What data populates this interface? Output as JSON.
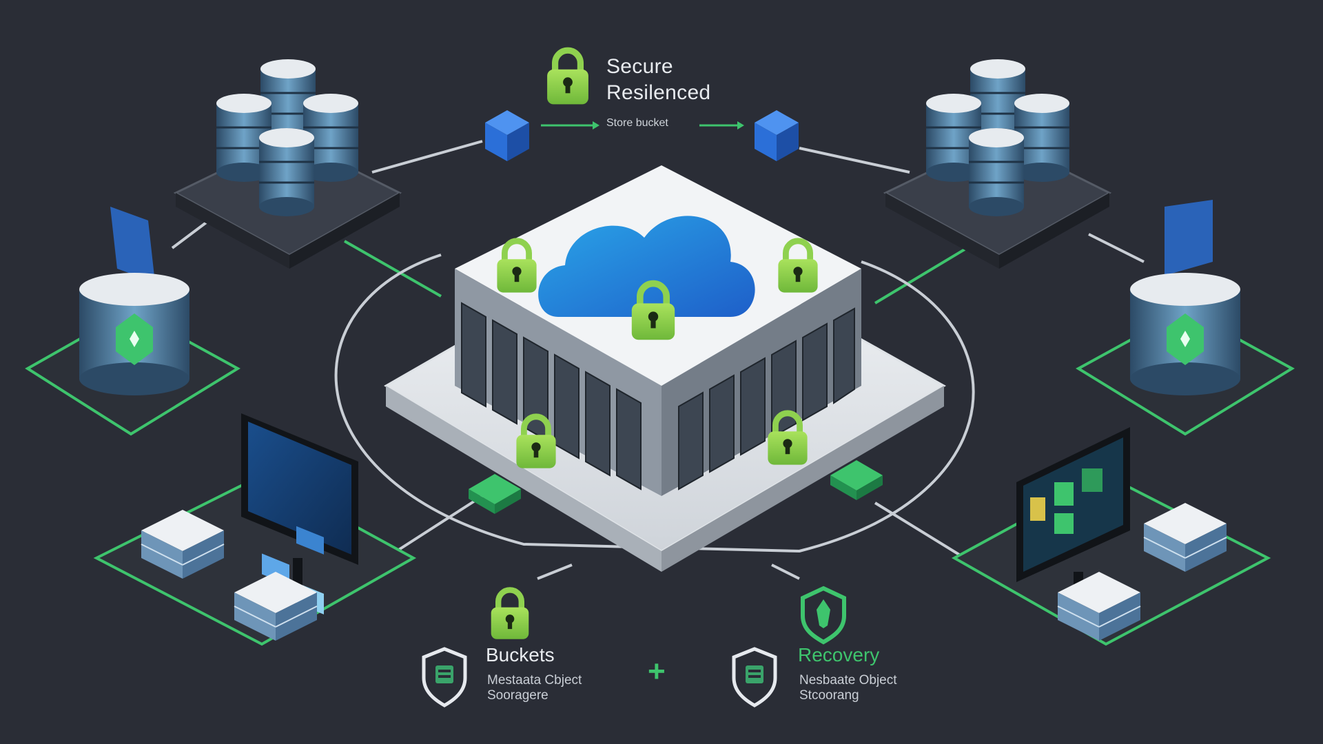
{
  "header": {
    "title_line1": "Secure",
    "title_line2": "Resilenced",
    "flow_caption": "Store bucket"
  },
  "legend": {
    "left_title": "Buckets",
    "left_sub_line1": "Mestaata Cbject",
    "left_sub_line2": "Sooragere",
    "plus": "+",
    "right_title": "Recovery",
    "right_sub_line1": "Nesbaate Object",
    "right_sub_line2": "Stcoorang"
  },
  "colors": {
    "background": "#2a2d36",
    "accent_green": "#3ec46d",
    "lock_green": "#8fd14f",
    "cloud_blue": "#2f7fd6",
    "cube_blue": "#2b6fd8",
    "server_steel": "#3f6b8f"
  },
  "icons": {
    "lock": "padlock-icon",
    "shield": "shield-icon",
    "cloud": "cloud-icon",
    "cube": "cube-icon",
    "server": "server-stack-icon",
    "monitor": "monitor-icon"
  }
}
